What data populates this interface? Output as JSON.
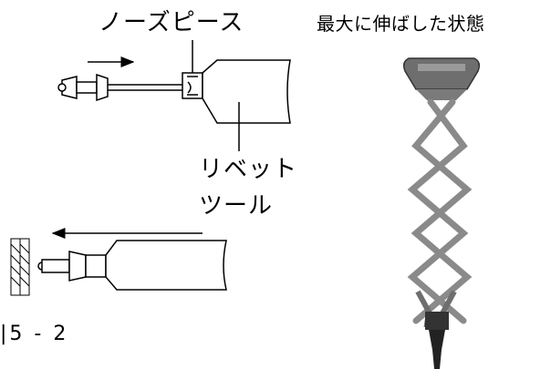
{
  "labels": {
    "nose_piece": "ノーズピース",
    "rivet_tool_line1": "リベット",
    "rivet_tool_line2": "ツール",
    "figure_number": "|5 - 2",
    "extended_state": "最大に伸ばした状態"
  }
}
